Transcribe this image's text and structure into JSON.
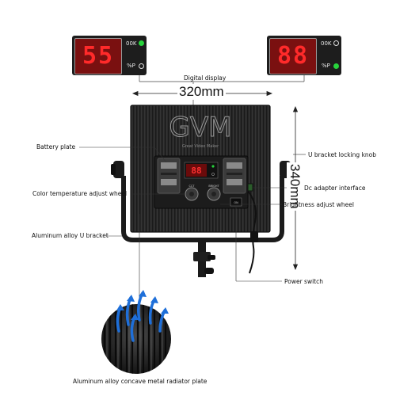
{
  "displays": [
    {
      "digits": "55",
      "mode_top": "00K",
      "mode_bottom": "%P",
      "active": "top"
    },
    {
      "digits": "88",
      "mode_top": "00K",
      "mode_bottom": "%P",
      "active": "bottom"
    }
  ],
  "panel": {
    "brand": "GVM",
    "tagline": "Great Video Maker",
    "knob_left_label": "CCT",
    "knob_right_label": "BRIGHT",
    "switch_label": "ON"
  },
  "dimensions": {
    "width": "320mm",
    "height": "340mm"
  },
  "labels": {
    "digital_display": "Digital  display",
    "battery_plate": "Battery plate",
    "u_bracket_knob": "U bracket locking knob",
    "color_temp_wheel": "Color temperature adjust wheel",
    "dc_adapter": "Dc adapter interface",
    "brightness_wheel": "Brightness adjust wheel",
    "aluminum_bracket": "Aluminum alloy U bracket",
    "power_switch": "Power switch",
    "radiator_plate": "Aluminum alloy concave metal radiator plate"
  },
  "colors": {
    "panel": "#2a2a2a",
    "display_red": "#ff2a2a",
    "led_green": "#27d33c",
    "airflow_blue": "#1e6fd9"
  }
}
